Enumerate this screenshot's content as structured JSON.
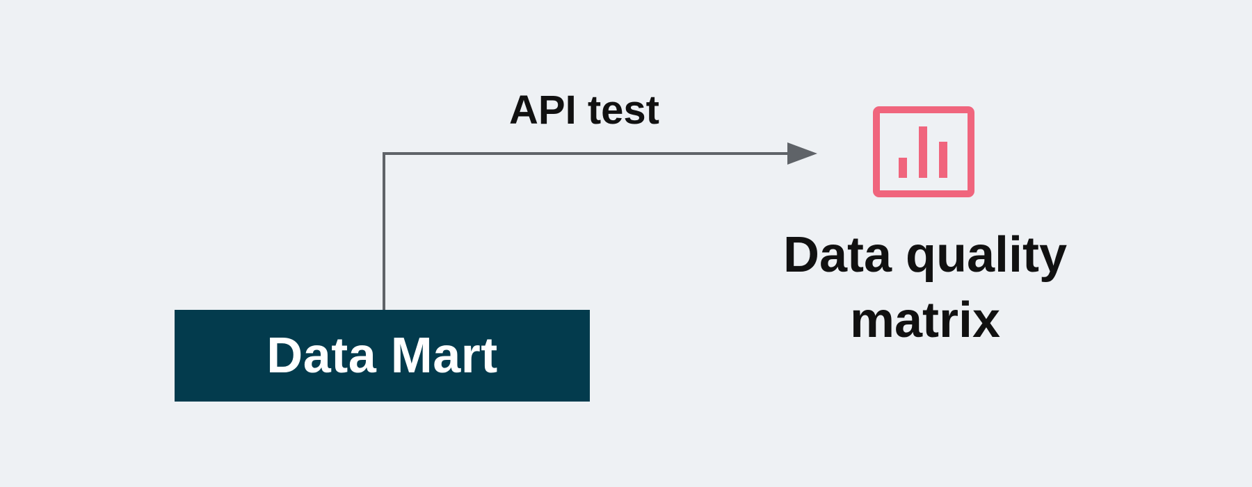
{
  "diagram": {
    "source_node": {
      "label": "Data Mart"
    },
    "edge": {
      "label": "API test"
    },
    "target_node": {
      "label_line1": "Data quality",
      "label_line2": "matrix",
      "icon": "bar-chart-icon"
    }
  },
  "colors": {
    "background": "#eef1f4",
    "source_fill": "#033b4d",
    "source_text": "#ffffff",
    "connector": "#5f6368",
    "icon_accent": "#f0657d",
    "text": "#111111"
  }
}
